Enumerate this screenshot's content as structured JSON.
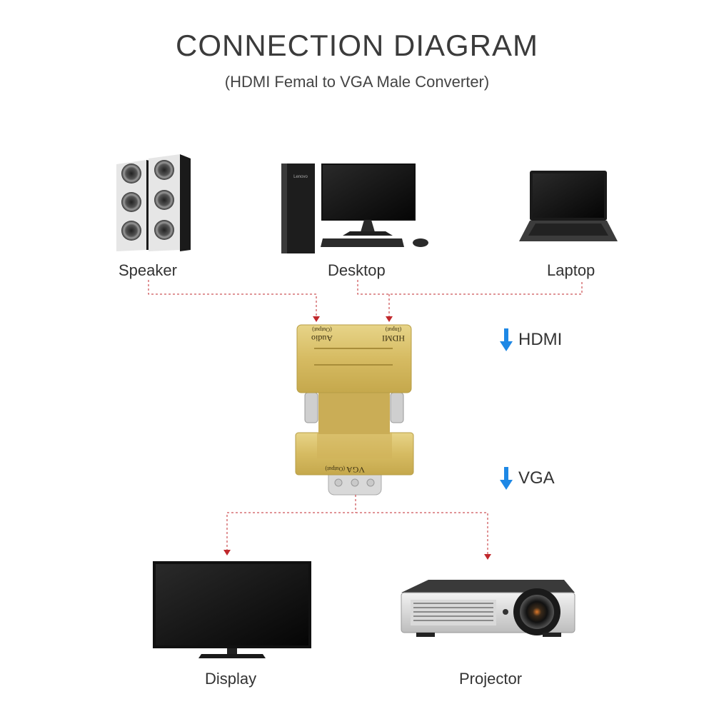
{
  "header": {
    "title": "CONNECTION DIAGRAM",
    "subtitle": "(HDMI Femal to VGA Male Converter)"
  },
  "devices": {
    "speaker": "Speaker",
    "desktop": "Desktop",
    "laptop": "Laptop",
    "display": "Display",
    "projector": "Projector"
  },
  "adapter": {
    "audio_port": "Audio",
    "audio_port_sub": "(Output)",
    "hdmi_port": "HDMI",
    "hdmi_port_sub": "(Input)",
    "vga_port": "VGA",
    "vga_port_sub": "(Output)"
  },
  "legend": {
    "hdmi": "HDMI",
    "vga": "VGA",
    "arrow_color": "#1e88e5"
  },
  "colors": {
    "connector_line": "#c0282c",
    "adapter_gold": "#d8bf6a"
  },
  "desktop_brand": "Lenovo"
}
